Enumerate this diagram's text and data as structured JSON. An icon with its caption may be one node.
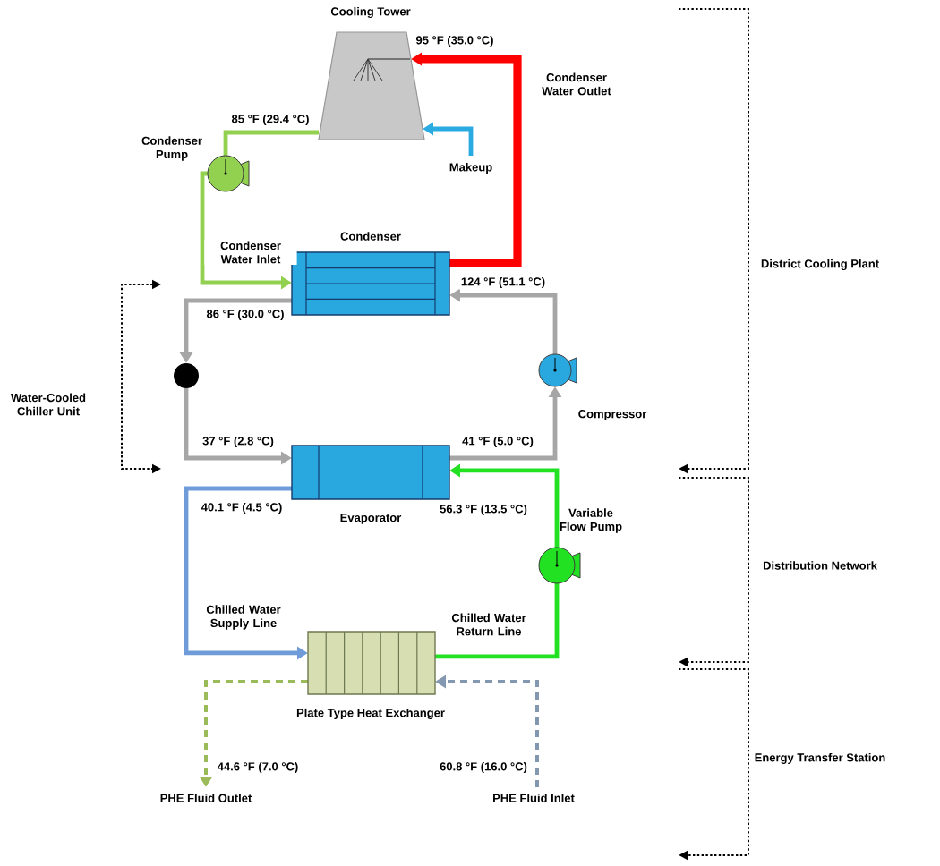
{
  "diagram": {
    "nodes": [
      {
        "text": [
          "Cooling Tower"
        ]
      },
      {
        "text": [],
        "shape": "circle",
        "beside": [
          "Condenser Pump"
        ]
      },
      {
        "text": [
          "Makeup"
        ]
      },
      {
        "text": [
          "Condenser"
        ]
      },
      {
        "text": [],
        "shape": "circle"
      },
      {
        "text": [],
        "shape": "circle",
        "beside": [
          "Compressor"
        ]
      },
      {
        "text": [
          "Evaporator"
        ]
      },
      {
        "text": [],
        "shape": "circle",
        "beside": [
          "Variable Flow Pump"
        ]
      },
      {
        "text": [
          "Plate Type Heat Exchanger"
        ]
      },
      {
        "text": [
          "PHE Fluid Outlet"
        ]
      },
      {
        "text": [
          "PHE Fluid Inlet"
        ]
      }
    ],
    "edges": [
      {
        "from": 0,
        "to": 1,
        "arrow": "none",
        "label": "85 °F (29.4 °C)",
        "color": "#92d050"
      },
      {
        "from": 1,
        "to": 3,
        "arrow": "to",
        "label": "Condenser Water Inlet",
        "color": "#92d050"
      },
      {
        "from": 3,
        "to": 0,
        "arrow": "to",
        "label": "95 °F (35.0 °C)",
        "style": "thick",
        "color": "#ff0000"
      },
      {
        "from": 2,
        "to": 0,
        "arrow": "to",
        "color": "#29abe2"
      },
      {
        "from": 3,
        "to": 4,
        "arrow": "to",
        "label": "86 °F (30.0 °C)",
        "color": "#a6a6a6"
      },
      {
        "from": 4,
        "to": 6,
        "arrow": "to",
        "label": "37 °F (2.8 °C)",
        "color": "#a6a6a6"
      },
      {
        "from": 6,
        "to": 5,
        "arrow": "to",
        "label": "41 °F (5.0 °C)",
        "color": "#a6a6a6"
      },
      {
        "from": 5,
        "to": 3,
        "arrow": "to",
        "label": "124 °F (51.1 °C)",
        "color": "#a6a6a6"
      },
      {
        "from": 6,
        "to": 8,
        "arrow": "to",
        "label": "40.1 °F (4.5 °C)",
        "color": "#6f9bd8"
      },
      {
        "from": 8,
        "to": 7,
        "arrow": "none",
        "label": "Chilled Water Return Line",
        "color": "#22e022"
      },
      {
        "from": 7,
        "to": 6,
        "arrow": "to",
        "label": "56.3 °F (13.5 °C)",
        "color": "#22e022"
      },
      {
        "from": 8,
        "to": 9,
        "arrow": "to",
        "label": "44.6 °F (7.0 °C)",
        "style": "dashed",
        "color": "#9bbb59"
      },
      {
        "from": 10,
        "to": 8,
        "arrow": "to",
        "label": "60.8 °F (16.0 °C)",
        "style": "dashed",
        "color": "#8497b0"
      }
    ],
    "labels": [
      "Condenser Water Outlet",
      "District Cooling Plant",
      "Water-Cooled Chiller Unit",
      "Distribution Network",
      "Chilled Water Supply Line",
      "Energy Transfer Station"
    ]
  }
}
